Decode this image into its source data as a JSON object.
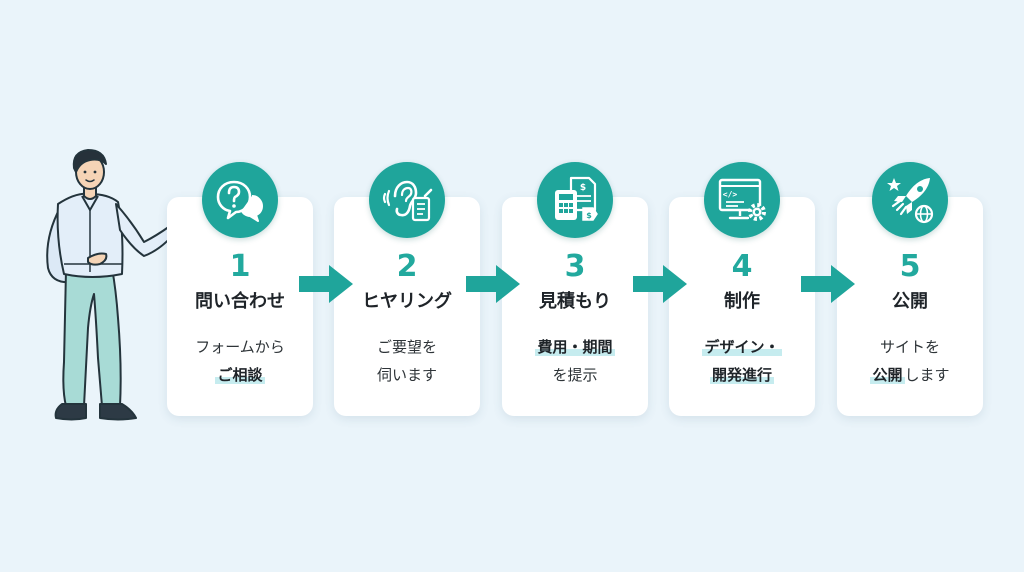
{
  "colors": {
    "teal": "#1fa59b",
    "card": "#ffffff",
    "background": "#eaf4fa",
    "highlight": "#c6ecef"
  },
  "steps": [
    {
      "number": "1",
      "title": "問い合わせ",
      "icon": "question-speech-bubble-icon",
      "line1_plain": "フォームから",
      "line1_mark": "",
      "line2_mark": "ご相談",
      "line2_plain": ""
    },
    {
      "number": "2",
      "title": "ヒヤリング",
      "icon": "ear-notepad-icon",
      "line1_plain": "ご要望を",
      "line1_mark": "",
      "line2_mark": "",
      "line2_plain": "伺います"
    },
    {
      "number": "3",
      "title": "見積もり",
      "icon": "calculator-estimate-icon",
      "line1_plain": "",
      "line1_mark": "費用・期間",
      "line2_mark": "",
      "line2_plain": "を提示"
    },
    {
      "number": "4",
      "title": "制作",
      "icon": "code-monitor-gear-icon",
      "line1_plain": "",
      "line1_mark": "デザイン・",
      "line2_mark": "開発進行",
      "line2_plain": ""
    },
    {
      "number": "5",
      "title": "公開",
      "icon": "rocket-globe-icon",
      "line1_plain": "サイトを",
      "line1_mark": "",
      "line2_mark": "公開",
      "line2_plain": "します"
    }
  ]
}
